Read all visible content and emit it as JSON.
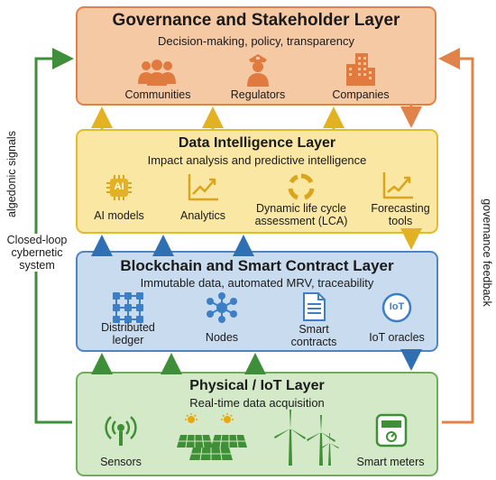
{
  "governance": {
    "title": "Governance and Stakeholder Layer",
    "subtitle": "Decision-making, policy, transparency",
    "items": [
      "Communities",
      "Regulators",
      "Companies"
    ]
  },
  "data_layer": {
    "title": "Data Intelligence Layer",
    "subtitle": "Impact analysis and predictive intelligence",
    "ai_icon_text": "AI",
    "items": [
      "AI models",
      "Analytics",
      "Dynamic life cycle\nassessment (LCA)",
      "Forecasting\ntools"
    ]
  },
  "blockchain": {
    "title": "Blockchain and Smart Contract Layer",
    "subtitle": "Immutable data, automated MRV, traceability",
    "iot_icon_text": "IoT",
    "items": [
      "Distributed\nledger",
      "Nodes",
      "Smart\ncontracts",
      "IoT oracles"
    ]
  },
  "physical": {
    "title": "Physical / IoT Layer",
    "subtitle": "Real-time data acquisition",
    "items": [
      "Sensors",
      "Smart meters"
    ]
  },
  "side": {
    "algedonic": "algedonic signals",
    "closed_loop": "Closed-loop\ncybernetic\nsystem",
    "governance_feedback": "governance feedback"
  },
  "colors": {
    "orange": "#e0834a",
    "yellow": "#e3bb2f",
    "blue": "#2f6fb3",
    "green": "#3f8f3a"
  }
}
